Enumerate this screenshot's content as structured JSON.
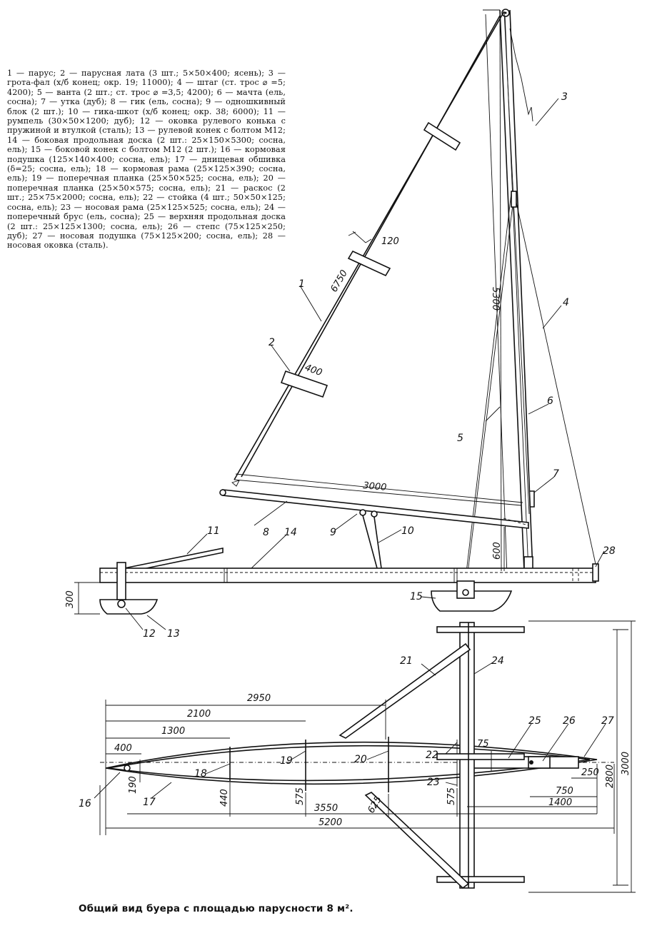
{
  "legend": "1 — парус; 2 — парусная лата (3 шт.; 5×50×400; ясень); 3 — грота-фал (х/б конец; окр. 19; 11000); 4 — штаг (ст. трос ⌀ =5; 4200); 5 — ванта (2 шт.; ст. трос ⌀ =3,5; 4200); 6 — мачта (ель, сосна); 7 — утка (дуб); 8 — гик (ель, сосна); 9 — одношкивный блок (2 шт.); 10 — гика-шкот (х/б конец; окр. 38; 6000); 11 — румпель (30×50×1200; дуб); 12 — оковка рулевого конька с пружиной и втулкой (сталь); 13 — рулевой конек с болтом М12; 14 — боковая продольная доска (2 шт.: 25×150×5300; сосна, ель); 15 — боковой конек с болтом М12 (2 шт.); 16 — кормовая подушка (125×140×400; сосна, ель); 17 — днищевая обшивка (δ=25; сосна, ель); 18 — кормовая рама (25×125×390; сосна, ель); 19 — поперечная планка (25×50×525; сосна, ель); 20 — поперечная планка (25×50×575; сосна, ель); 21 — раскос (2 шт.; 25×75×2000; сосна, ель); 22 — стойка (4 шт.; 50×50×125; сосна, ель); 23 — носовая рама (25×125×525; сосна, ель); 24 — поперечный брус (ель, сосна); 25 — верхняя продольная доска (2 шт.: 25×125×1300; сосна, ель); 26 — степс (75×125×250; дуб); 27 — носовая подушка (75×125×200; сосна, ель); 28 — носовая оковка (сталь).",
  "caption": "Общий вид буера с площадью парусности 8 м².",
  "side_view": {
    "part_numbers": [
      "1",
      "2",
      "3",
      "4",
      "5",
      "6",
      "7",
      "8",
      "9",
      "10",
      "11",
      "12",
      "13",
      "14",
      "15",
      "28"
    ],
    "dimensions": [
      "120",
      "6750",
      "400",
      "5300",
      "3000",
      "600",
      "300"
    ]
  },
  "plan_view": {
    "part_numbers": [
      "16",
      "17",
      "18",
      "19",
      "20",
      "21",
      "22",
      "23",
      "24",
      "25",
      "26",
      "27"
    ],
    "dimensions": [
      "2950",
      "2100",
      "1300",
      "400",
      "190",
      "440",
      "575",
      "625",
      "3550",
      "5200",
      "575",
      "75",
      "250",
      "750",
      "1400",
      "2800",
      "3000"
    ]
  }
}
